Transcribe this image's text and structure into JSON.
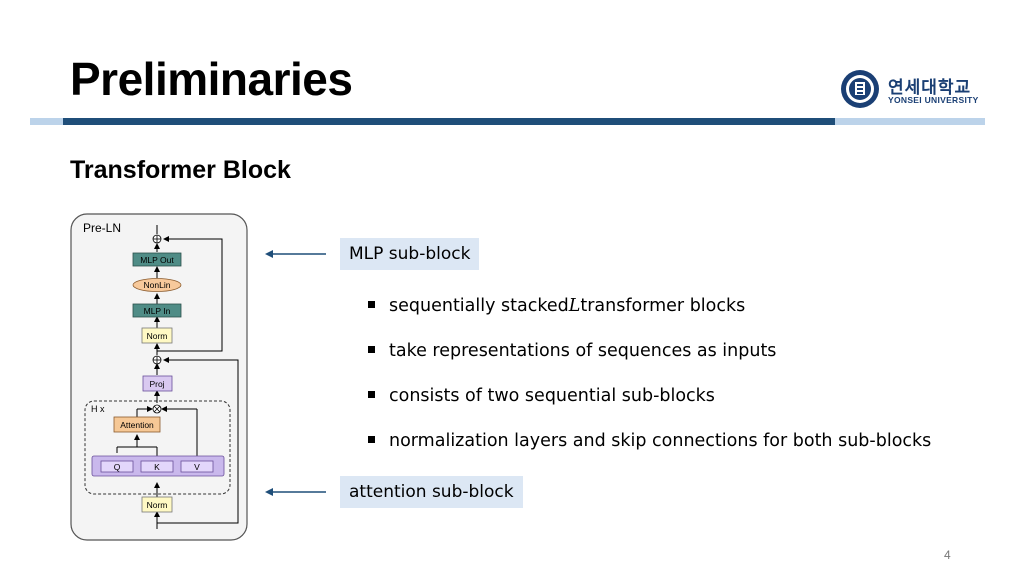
{
  "slide": {
    "title": "Preliminaries",
    "subtitle": "Transformer Block",
    "page_number": "4"
  },
  "logo": {
    "korean_name": "연세대학교",
    "english_name": "YONSEI UNIVERSITY"
  },
  "diagram": {
    "variant_label": "Pre-LN",
    "repeat_label": "H x",
    "nodes": {
      "mlp_out": "MLP Out",
      "nonlin": "NonLin",
      "mlp_in": "MLP In",
      "norm_top": "Norm",
      "proj": "Proj",
      "attention": "Attention",
      "q": "Q",
      "k": "K",
      "v": "V",
      "norm_bottom": "Norm"
    },
    "colors": {
      "mlp": "#4f8c86",
      "nonlin": "#f7c99b",
      "norm": "#fff9c4",
      "proj": "#d9c9f0",
      "attention": "#f6c896",
      "qkv_bar": "#c9b8ec",
      "qkv": "#e3d6fb"
    }
  },
  "callouts": {
    "mlp_sub_block": "MLP sub-block",
    "attention_sub_block": "attention sub-block"
  },
  "bullets": [
    {
      "before": "sequentially stacked ",
      "var": "L",
      "after": " transformer blocks"
    },
    {
      "before": "take representations of sequences as inputs",
      "var": "",
      "after": ""
    },
    {
      "before": "consists of two sequential sub-blocks",
      "var": "",
      "after": ""
    },
    {
      "before": "normalization layers and skip connections for both sub-blocks",
      "var": "",
      "after": ""
    }
  ]
}
